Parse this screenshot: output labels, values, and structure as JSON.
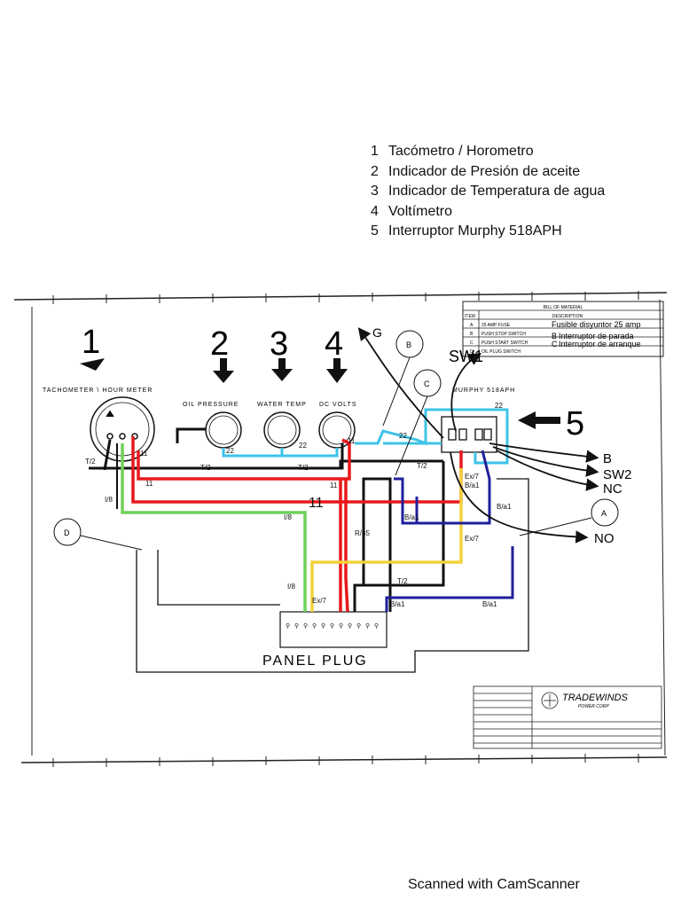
{
  "legend": [
    {
      "num": "1",
      "text": "Tacómetro / Horometro"
    },
    {
      "num": "2",
      "text": "Indicador de Presión de aceite"
    },
    {
      "num": "3",
      "text": "Indicador de Temperatura de agua"
    },
    {
      "num": "4",
      "text": "Voltímetro"
    },
    {
      "num": "5",
      "text": "Interruptor Murphy 518APH"
    }
  ],
  "markers": {
    "n1": "1",
    "n2": "2",
    "n3": "3",
    "n4": "4",
    "n5": "5"
  },
  "gauges": {
    "tachometer": "TACHOMETER \\ HOUR METER",
    "oil": "OIL PRESSURE",
    "water": "WATER TEMP",
    "volts": "DC VOLTS"
  },
  "murphy": "MURPHY 518APH",
  "panel_plug": "PANEL PLUG",
  "outputs": {
    "g": "G",
    "sw1": "SW1",
    "b": "B",
    "sw2": "SW2",
    "nc": "NC",
    "no": "NO"
  },
  "circles": {
    "b": "B",
    "c": "C",
    "d": "D",
    "a": "A"
  },
  "wire_labels": {
    "w22a": "22",
    "w22b": "22",
    "w22c": "22",
    "w22d": "22",
    "t2a": "T/2",
    "t2b": "T/2",
    "t2c": "T/2",
    "t2d": "T/2",
    "t2e": "T/2",
    "w11a": "11",
    "w11b": "11",
    "w11c": "11",
    "w11d": "11",
    "w11e": "11",
    "i8a": "I/8",
    "i8b": "I/8",
    "i8c": "I/8",
    "r85": "R/85",
    "ex7a": "Ex/7",
    "ex7b": "Ex/7",
    "ex7c": "Ex/7",
    "ba1a": "B/a1",
    "ba1b": "B/a1",
    "ba1c": "B/a1",
    "ba1d": "B/a1",
    "ba1e": "B/a1"
  },
  "bom": {
    "title": "BILL OF MATERIAL",
    "description": "DESCRIPTION",
    "item": "ITEM",
    "rows": [
      {
        "item": "A",
        "desc": "25 AMP FUSE",
        "note": "Fusible disyuntor 25 amp"
      },
      {
        "item": "B",
        "desc": "PUSH STOP SWITCH",
        "note": "Interruptor de parada"
      },
      {
        "item": "C",
        "desc": "PUSH START SWITCH",
        "note": "Interruptor de arranque"
      },
      {
        "item": "D",
        "desc": "OIL PLUG SWITCH",
        "note": ""
      }
    ]
  },
  "title_block": {
    "company": "TRADEWINDS",
    "sub": "POWER CORP"
  },
  "footer": "Scanned with CamScanner",
  "colors": {
    "red": "#e8191b",
    "blue": "#1f1f9c",
    "cyan": "#3ec3e8",
    "yellow": "#f2d23c",
    "green": "#6fd15a",
    "black": "#111111"
  }
}
